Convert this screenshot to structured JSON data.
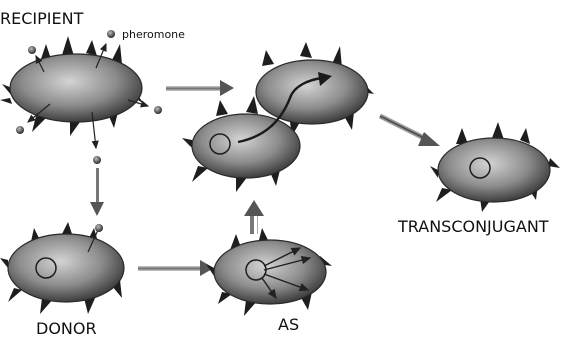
{
  "labels": {
    "recipient": "RECIPIENT",
    "pheromone": "pheromone",
    "donor": "DONOR",
    "as": "AS",
    "transconjugant": "TRANSCONJUGANT"
  },
  "colors": {
    "cell_dark": "#3a3a3a",
    "cell_light": "#c9c9c9",
    "spine": "#1e1e1e",
    "pheromone_dot": "#5a5a5a",
    "arrow": "#222222",
    "flow_arrow": "#9a9a9a"
  },
  "icons": {
    "cell": "bacterium-cell",
    "plasmid": "plasmid-circle",
    "pheromone": "pheromone-dot",
    "arrow": "flow-arrow"
  }
}
